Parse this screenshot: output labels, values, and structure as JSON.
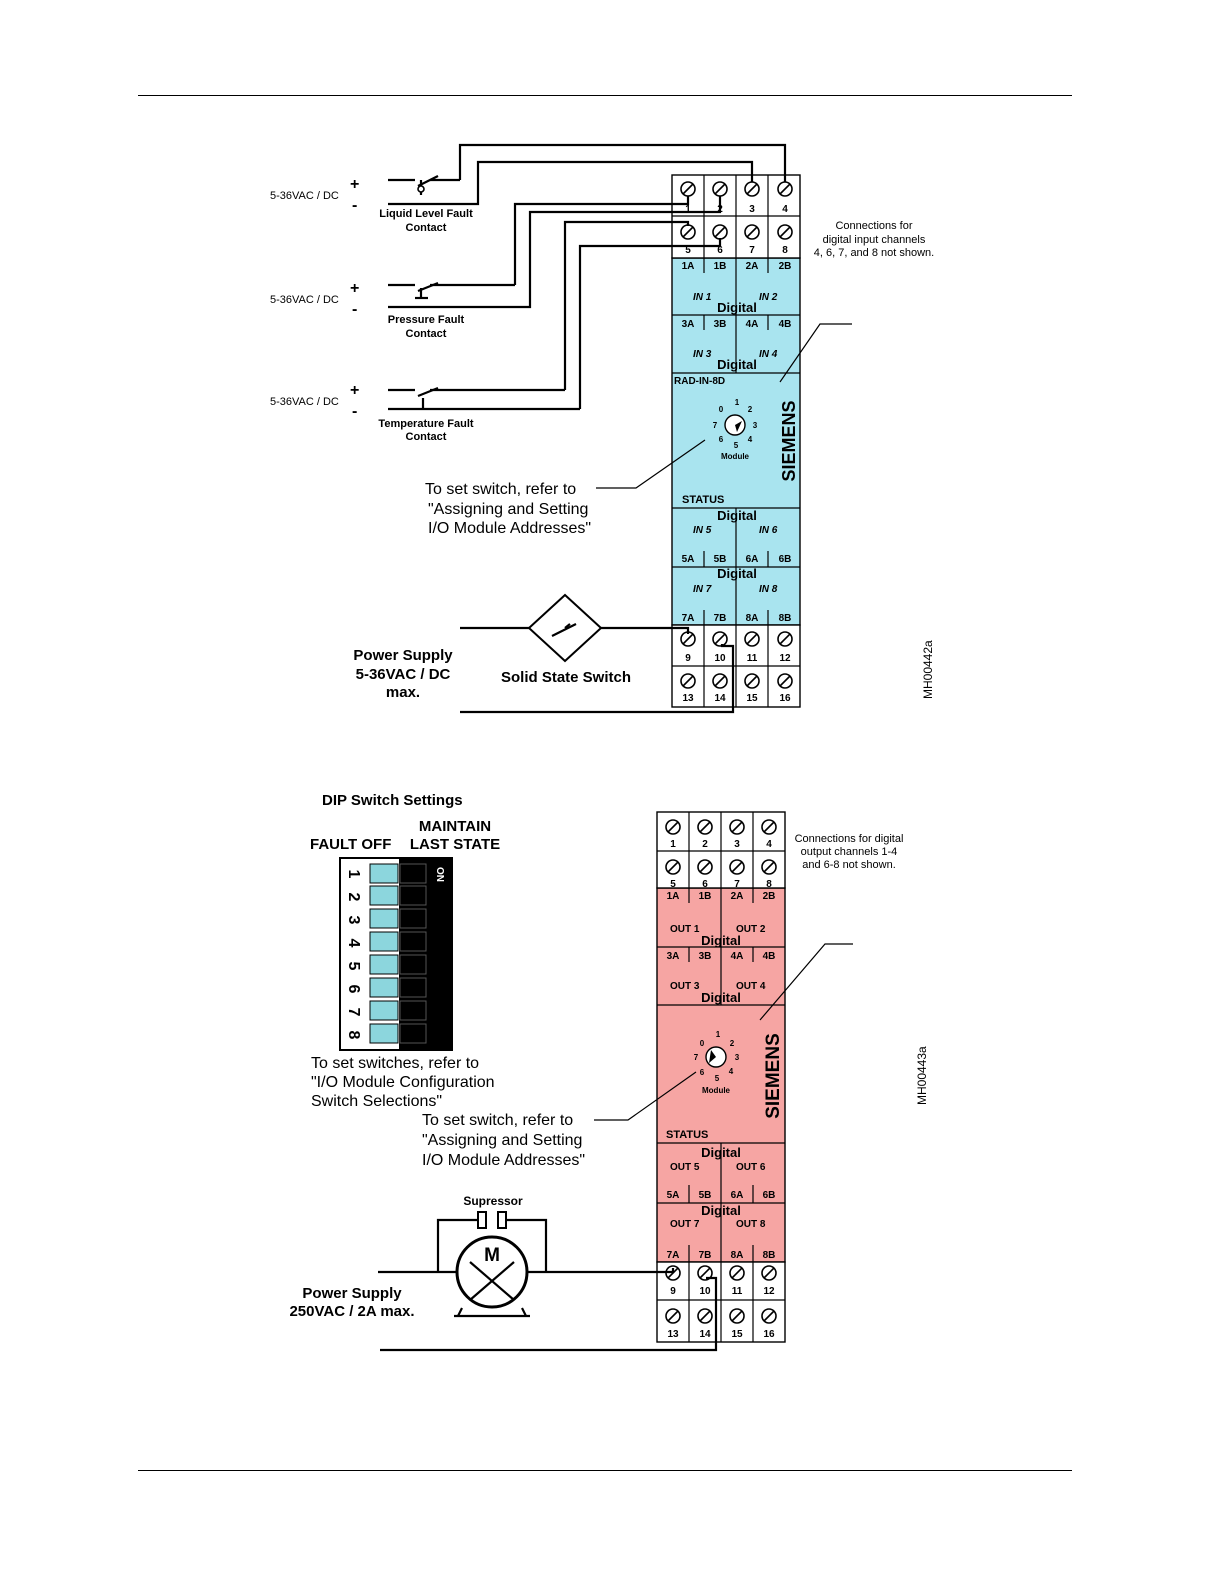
{
  "input_figure": {
    "figure_id": "MH00442a",
    "supply_label": "5-36VAC / DC",
    "plus": "+",
    "minus": "-",
    "contacts": [
      "Liquid Level Fault",
      "Pressure Fault",
      "Temperature Fault"
    ],
    "contact_word": "Contact",
    "note": [
      "Connections for",
      "digital input channels",
      "4, 6, 7, and 8 not shown."
    ],
    "terminals_top": [
      "1",
      "2",
      "3",
      "4"
    ],
    "terminals_row2": [
      "5",
      "6",
      "7",
      "8"
    ],
    "terminals_bottom1": [
      "9",
      "10",
      "11",
      "12"
    ],
    "terminals_bottom2": [
      "13",
      "14",
      "15",
      "16"
    ],
    "row_a": [
      "1A",
      "1B",
      "2A",
      "2B"
    ],
    "row_b": [
      "3A",
      "3B",
      "4A",
      "4B"
    ],
    "row_c": [
      "5A",
      "5B",
      "6A",
      "6B"
    ],
    "row_d": [
      "7A",
      "7B",
      "8A",
      "8B"
    ],
    "channels": [
      "IN 1",
      "IN 2",
      "IN 3",
      "IN 4",
      "IN 5",
      "IN 6",
      "IN 7",
      "IN 8"
    ],
    "digital": "Digital",
    "model": "RAD-IN-8D",
    "status": "STATUS",
    "module_word": "Module",
    "brand": "SIEMENS",
    "dial_digits": [
      "0",
      "1",
      "2",
      "3",
      "4",
      "5",
      "6",
      "7"
    ],
    "callout": [
      "To set switch, refer to",
      "\"Assigning and Setting",
      "I/O Module Addresses\""
    ],
    "power_supply": [
      "Power Supply",
      "5-36VAC / DC",
      "max."
    ],
    "solid_state_switch": "Solid State Switch"
  },
  "output_figure": {
    "figure_id": "MH00443a",
    "dip_title": "DIP Switch Settings",
    "fault_off": "FAULT OFF",
    "maintain": [
      "MAINTAIN",
      "LAST STATE"
    ],
    "on_label": "ON",
    "dip_numbers": [
      "1",
      "2",
      "3",
      "4",
      "5",
      "6",
      "7",
      "8"
    ],
    "switches_callout": [
      "To set switches, refer to",
      "\"I/O Module Configuration",
      "Switch Selections\""
    ],
    "switch_callout": [
      "To set switch, refer to",
      "\"Assigning and Setting",
      "I/O Module Addresses\""
    ],
    "note": [
      "Connections for digital",
      "output channels 1-4",
      "and 6-8 not shown."
    ],
    "terminals_top": [
      "1",
      "2",
      "3",
      "4"
    ],
    "terminals_row2": [
      "5",
      "6",
      "7",
      "8"
    ],
    "terminals_bottom1": [
      "9",
      "10",
      "11",
      "12"
    ],
    "terminals_bottom2": [
      "13",
      "14",
      "15",
      "16"
    ],
    "row_a": [
      "1A",
      "1B",
      "2A",
      "2B"
    ],
    "row_b": [
      "3A",
      "3B",
      "4A",
      "4B"
    ],
    "row_c": [
      "5A",
      "5B",
      "6A",
      "6B"
    ],
    "row_d": [
      "7A",
      "7B",
      "8A",
      "8B"
    ],
    "channels": [
      "OUT 1",
      "OUT 2",
      "OUT 3",
      "OUT 4",
      "OUT 5",
      "OUT 6",
      "OUT 7",
      "OUT 8"
    ],
    "digital": "Digital",
    "status": "STATUS",
    "module_word": "Module",
    "brand": "SIEMENS",
    "dial_digits": [
      "0",
      "1",
      "2",
      "3",
      "4",
      "5",
      "6",
      "7"
    ],
    "supressor": "Supressor",
    "motor": "M",
    "power_supply": [
      "Power Supply",
      "250VAC / 2A max."
    ]
  }
}
